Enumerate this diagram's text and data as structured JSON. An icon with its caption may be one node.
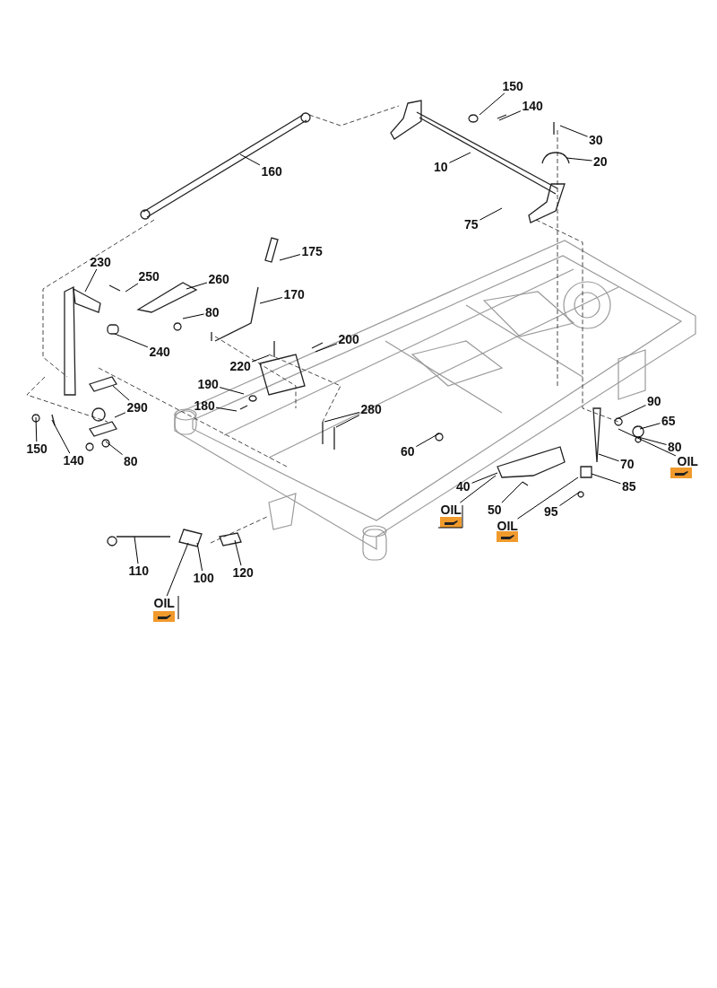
{
  "diagram": {
    "nodes": [
      {
        "text": [
          "150"
        ]
      },
      {
        "text": [
          "140"
        ]
      },
      {
        "text": [
          "30"
        ]
      },
      {
        "text": [
          "10"
        ]
      },
      {
        "text": [
          "20"
        ]
      },
      {
        "text": [
          "160"
        ]
      },
      {
        "text": [
          "75"
        ]
      },
      {
        "text": [
          "175"
        ]
      },
      {
        "text": [
          "230"
        ]
      },
      {
        "text": [
          "250"
        ]
      },
      {
        "text": [
          "260"
        ]
      },
      {
        "text": [
          "170"
        ]
      },
      {
        "text": [
          "80"
        ]
      },
      {
        "text": [
          "240"
        ]
      },
      {
        "text": [
          "200"
        ]
      },
      {
        "text": [
          "220"
        ]
      },
      {
        "text": [
          "190"
        ]
      },
      {
        "text": [
          "180"
        ]
      },
      {
        "text": [
          "290"
        ]
      },
      {
        "text": [
          "280"
        ]
      },
      {
        "text": [
          "90"
        ]
      },
      {
        "text": [
          "65"
        ]
      },
      {
        "text": [
          "150"
        ]
      },
      {
        "text": [
          "140"
        ]
      },
      {
        "text": [
          "80"
        ]
      },
      {
        "text": [
          "60"
        ]
      },
      {
        "text": [
          "80"
        ]
      },
      {
        "text": [
          "OIL"
        ]
      },
      {
        "text": [
          "70"
        ]
      },
      {
        "text": [
          "40"
        ]
      },
      {
        "text": [
          "85"
        ]
      },
      {
        "text": [
          "50"
        ]
      },
      {
        "text": [
          "OIL"
        ]
      },
      {
        "text": [
          "95"
        ]
      },
      {
        "text": [
          "OIL"
        ]
      },
      {
        "text": [
          "110"
        ]
      },
      {
        "text": [
          "100"
        ]
      },
      {
        "text": [
          "120"
        ]
      },
      {
        "text": [
          "OIL"
        ]
      }
    ],
    "edges": [
      {
        "from": 0,
        "to": null,
        "arrow": "none"
      },
      {
        "from": 1,
        "to": null,
        "arrow": "none"
      },
      {
        "from": 2,
        "to": null,
        "arrow": "none"
      },
      {
        "from": 3,
        "to": null,
        "arrow": "none"
      },
      {
        "from": 4,
        "to": null,
        "arrow": "none"
      },
      {
        "from": 5,
        "to": null,
        "arrow": "none"
      },
      {
        "from": 6,
        "to": null,
        "arrow": "none"
      },
      {
        "from": 7,
        "to": null,
        "arrow": "none"
      },
      {
        "from": 8,
        "to": null,
        "arrow": "none"
      },
      {
        "from": 9,
        "to": null,
        "arrow": "none"
      },
      {
        "from": 10,
        "to": null,
        "arrow": "none"
      },
      {
        "from": 11,
        "to": null,
        "arrow": "none"
      },
      {
        "from": 12,
        "to": null,
        "arrow": "none"
      },
      {
        "from": 13,
        "to": null,
        "arrow": "none"
      },
      {
        "from": 14,
        "to": null,
        "arrow": "none"
      },
      {
        "from": 15,
        "to": null,
        "arrow": "none"
      },
      {
        "from": 16,
        "to": null,
        "arrow": "none"
      },
      {
        "from": 17,
        "to": null,
        "arrow": "none"
      },
      {
        "from": 18,
        "to": null,
        "arrow": "none"
      },
      {
        "from": 18,
        "to": null,
        "arrow": "none"
      },
      {
        "from": 19,
        "to": null,
        "arrow": "none"
      },
      {
        "from": 19,
        "to": null,
        "arrow": "none"
      },
      {
        "from": 20,
        "to": null,
        "arrow": "none"
      },
      {
        "from": 21,
        "to": null,
        "arrow": "none"
      },
      {
        "from": 22,
        "to": null,
        "arrow": "none"
      },
      {
        "from": 23,
        "to": null,
        "arrow": "none"
      },
      {
        "from": 24,
        "to": null,
        "arrow": "none"
      },
      {
        "from": 25,
        "to": null,
        "arrow": "none"
      },
      {
        "from": 26,
        "to": null,
        "arrow": "none"
      },
      {
        "from": 27,
        "to": null,
        "arrow": "none"
      },
      {
        "from": 28,
        "to": null,
        "arrow": "none"
      },
      {
        "from": 29,
        "to": null,
        "arrow": "none"
      },
      {
        "from": 30,
        "to": null,
        "arrow": "none"
      },
      {
        "from": 31,
        "to": null,
        "arrow": "none"
      },
      {
        "from": 32,
        "to": null,
        "arrow": "none"
      },
      {
        "from": 33,
        "to": null,
        "arrow": "none"
      },
      {
        "from": 34,
        "to": null,
        "arrow": "none"
      },
      {
        "from": 35,
        "to": null,
        "arrow": "none"
      },
      {
        "from": 36,
        "to": null,
        "arrow": "none"
      },
      {
        "from": 37,
        "to": null,
        "arrow": "none"
      },
      {
        "from": 38,
        "to": null,
        "arrow": "none"
      }
    ]
  }
}
